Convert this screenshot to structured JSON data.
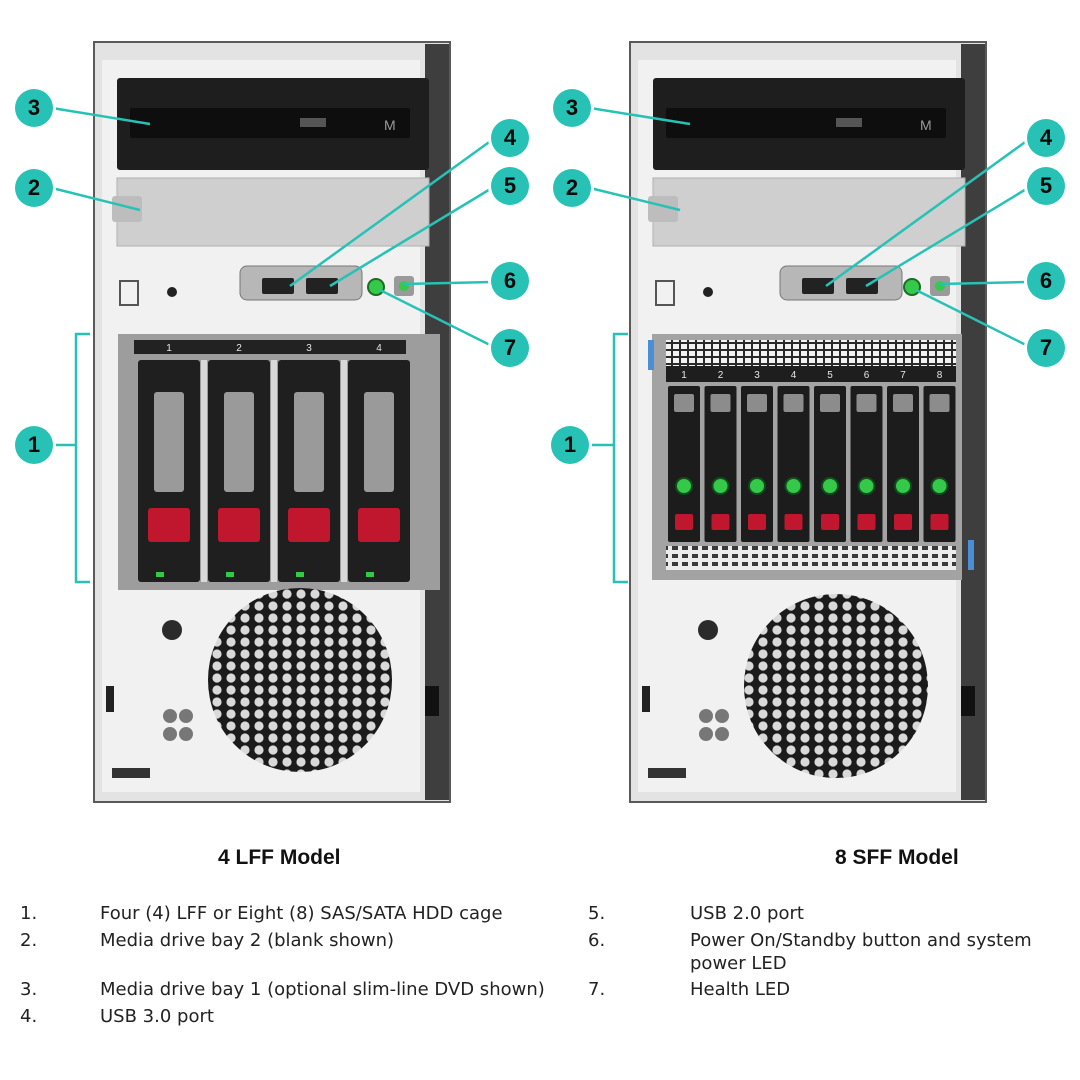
{
  "colors": {
    "callout": "#27c2b5",
    "drive_handle": "#c0172f",
    "led_green": "#35c94a"
  },
  "models": [
    {
      "title": "4 LFF Model",
      "bay_labels": [
        "1",
        "2",
        "3",
        "4"
      ],
      "dvd_mark": "M"
    },
    {
      "title": "8 SFF Model",
      "bay_labels": [
        "1",
        "2",
        "3",
        "4",
        "5",
        "6",
        "7",
        "8"
      ],
      "dvd_mark": "M"
    }
  ],
  "callout_labels": [
    "1",
    "2",
    "3",
    "4",
    "5",
    "6",
    "7"
  ],
  "legend_left": [
    {
      "num": "1.",
      "text": "Four (4) LFF or Eight (8) SAS/SATA HDD cage"
    },
    {
      "num": "2.",
      "text": "Media drive bay 2 (blank shown)"
    },
    {
      "num": "3.",
      "text": "Media drive bay 1 (optional slim-line DVD shown)"
    },
    {
      "num": "4.",
      "text": "USB 3.0 port"
    }
  ],
  "legend_right": [
    {
      "num": "5.",
      "text": "USB 2.0 port"
    },
    {
      "num": "6.",
      "text": "Power On/Standby button and system power LED"
    },
    {
      "num": "7.",
      "text": "Health LED"
    }
  ]
}
